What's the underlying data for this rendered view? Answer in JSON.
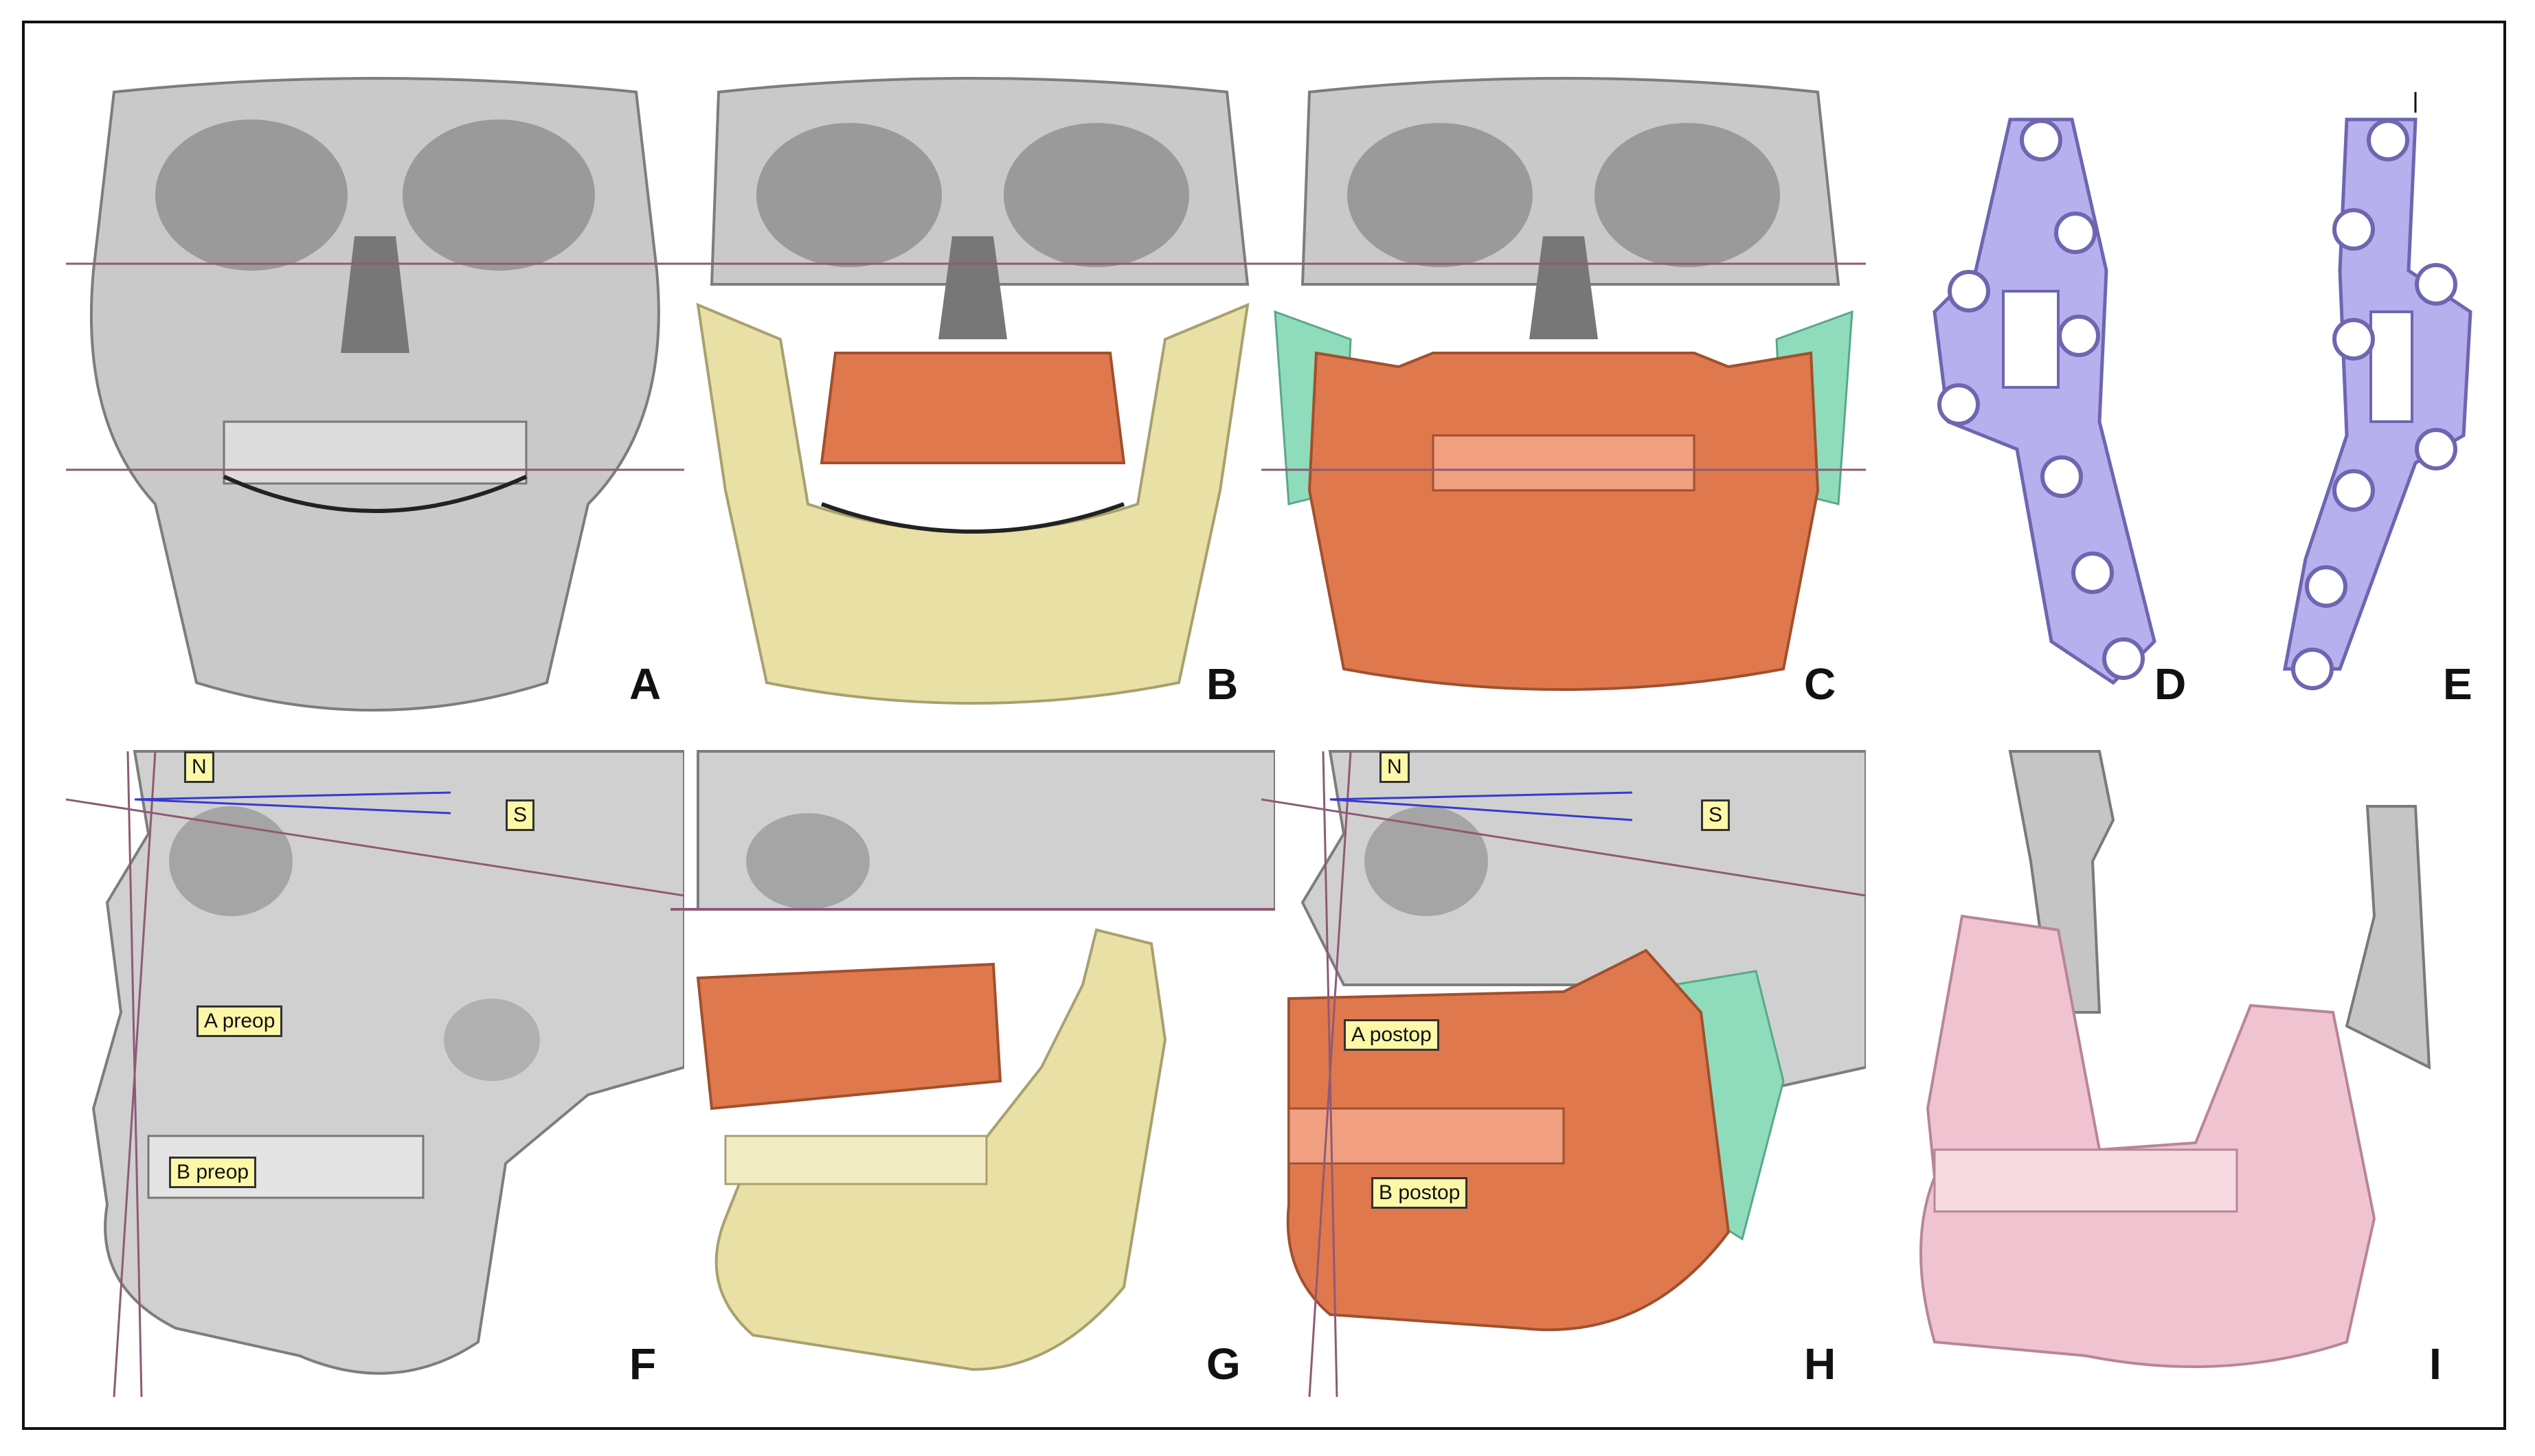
{
  "panels": [
    {
      "id": "A",
      "label": "A"
    },
    {
      "id": "B",
      "label": "B"
    },
    {
      "id": "C",
      "label": "C"
    },
    {
      "id": "D",
      "label": "D"
    },
    {
      "id": "E",
      "label": "E"
    },
    {
      "id": "F",
      "label": "F"
    },
    {
      "id": "G",
      "label": "G"
    },
    {
      "id": "H",
      "label": "H"
    },
    {
      "id": "I",
      "label": "I"
    }
  ],
  "annotations": {
    "F": {
      "n": "N",
      "s": "S",
      "a": "A preop",
      "b": "B preop"
    },
    "H": {
      "n": "N",
      "s": "S",
      "a": "A postop",
      "b": "B postop"
    }
  },
  "colors": {
    "bone": "#c9c9c9",
    "bone_dark": "#8a8a8a",
    "mandible_yellow": "#e9e0a6",
    "maxilla_orange": "#e0784e",
    "ramus_green": "#8fdcbc",
    "plate_lavender": "#b7b0ee",
    "mandible_pink": "#efc4d0",
    "reference_line": "#8e5a76",
    "measure_line": "#3a3acc"
  }
}
